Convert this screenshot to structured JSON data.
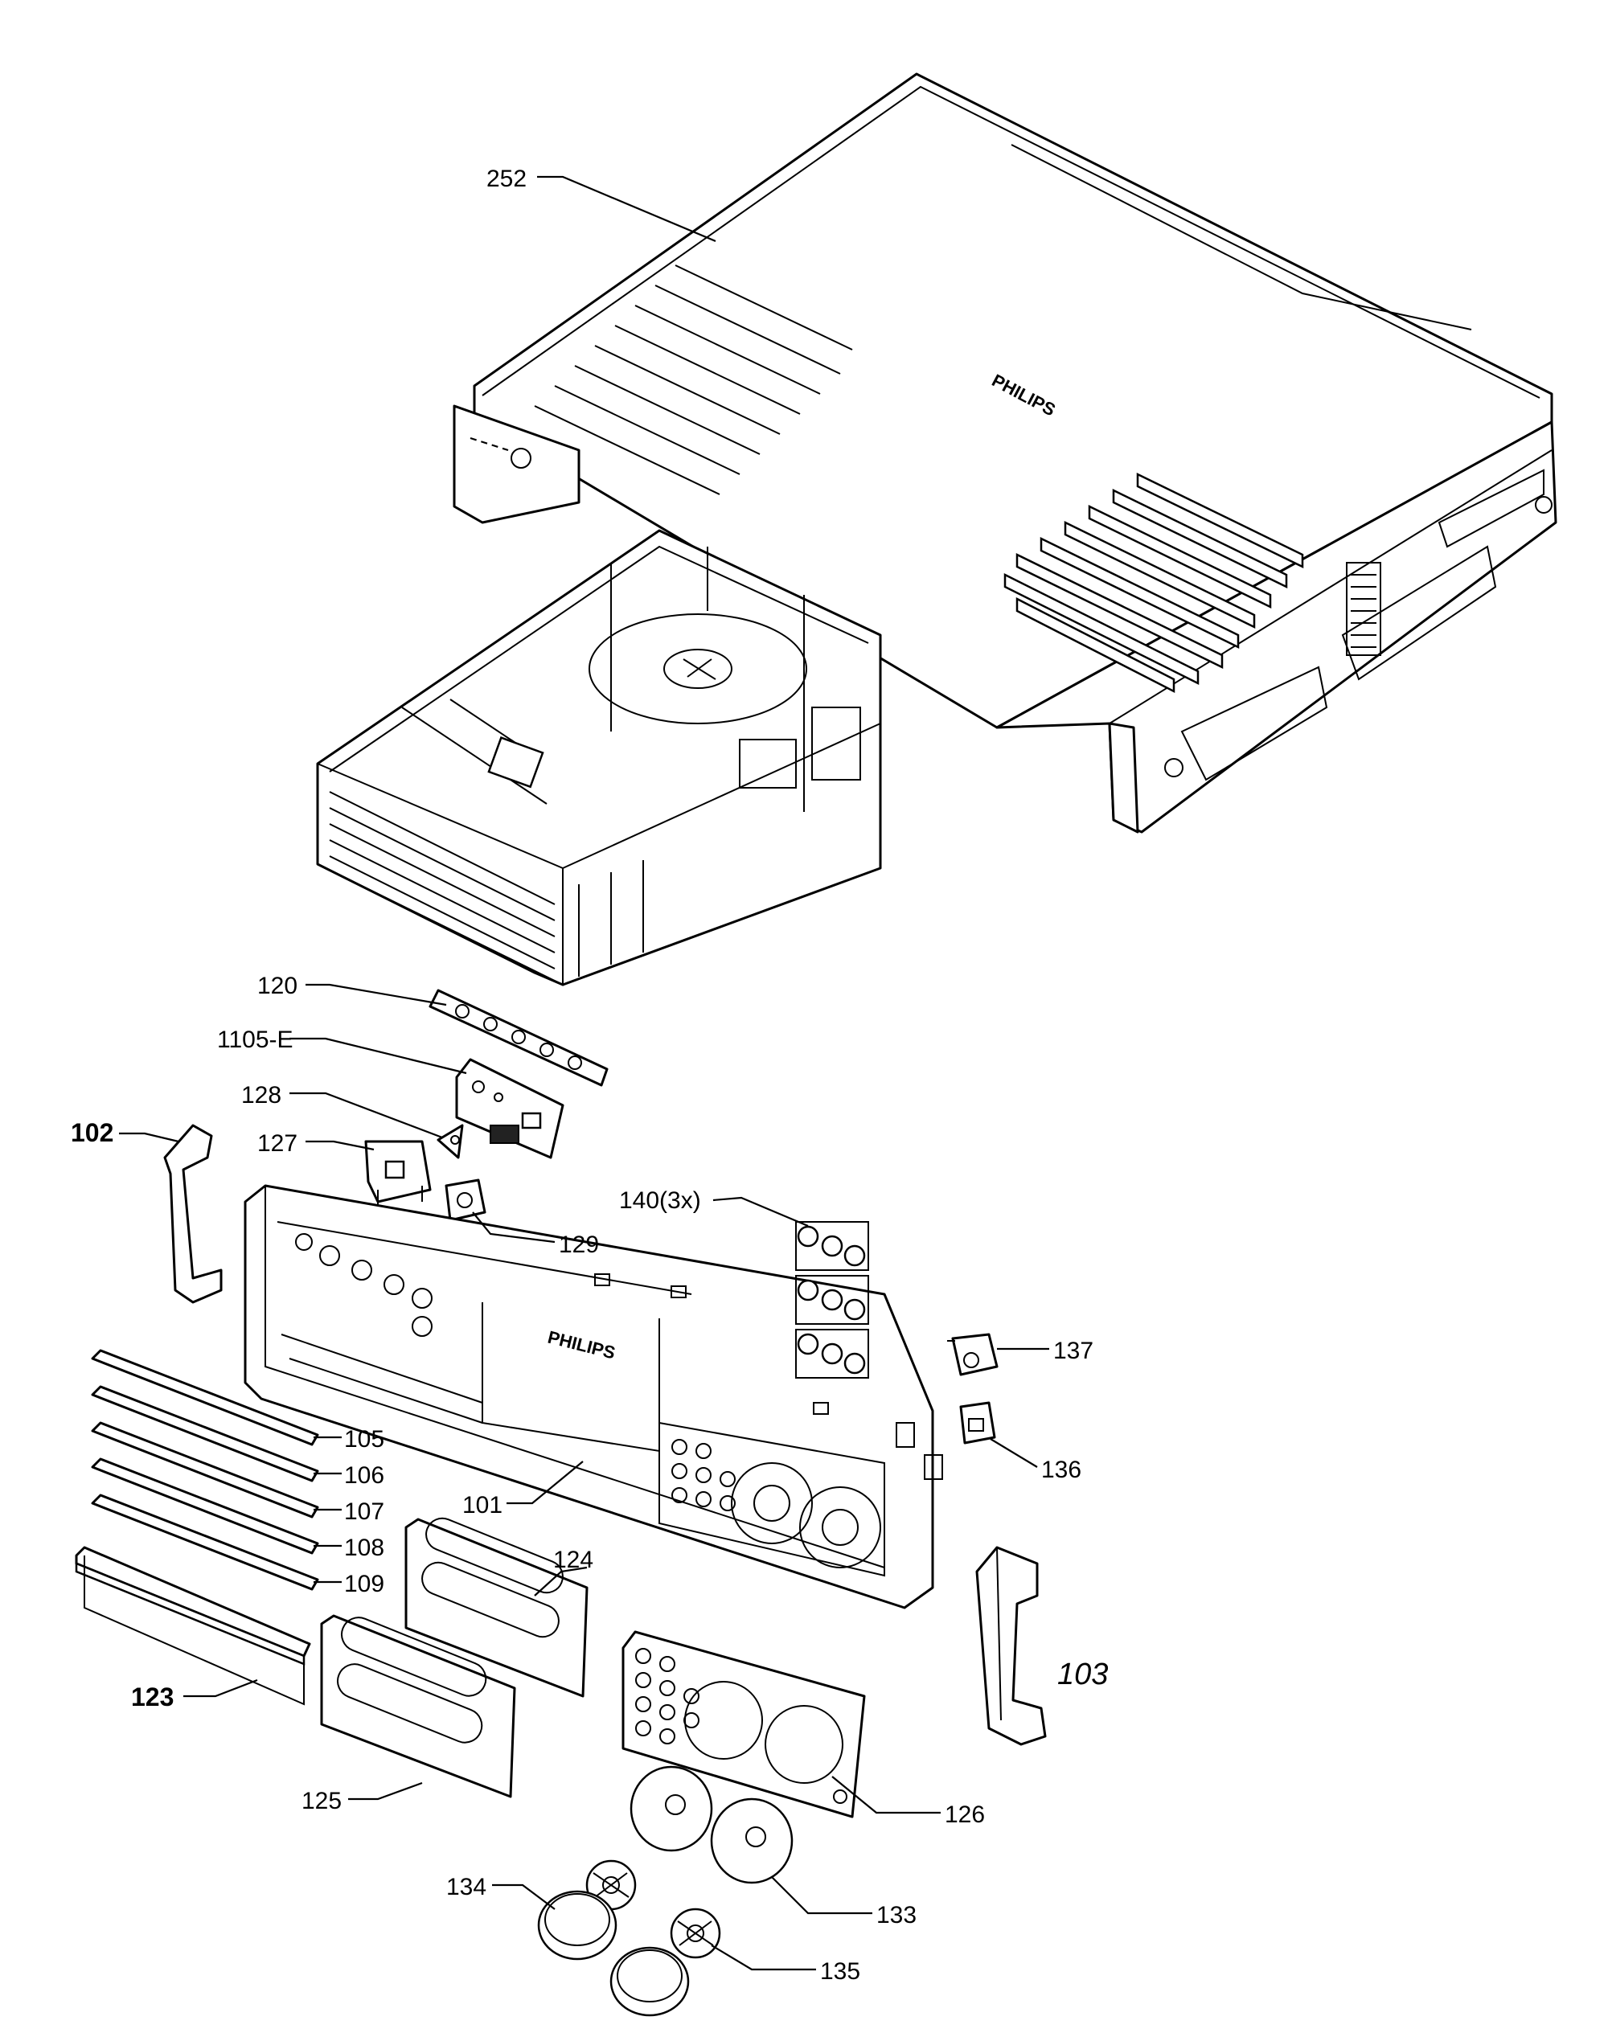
{
  "brand": "PHILIPS",
  "callouts": [
    {
      "id": "c252",
      "label": "252",
      "style": "normal"
    },
    {
      "id": "c120",
      "label": "120",
      "style": "normal"
    },
    {
      "id": "c1105e",
      "label": "1105-E",
      "style": "normal"
    },
    {
      "id": "c128",
      "label": "128",
      "style": "normal"
    },
    {
      "id": "c127",
      "label": "127",
      "style": "normal"
    },
    {
      "id": "c102",
      "label": "102",
      "style": "bold"
    },
    {
      "id": "c129",
      "label": "129",
      "style": "normal"
    },
    {
      "id": "c140",
      "label": "140(3x)",
      "style": "normal"
    },
    {
      "id": "c137",
      "label": "137",
      "style": "normal"
    },
    {
      "id": "c136",
      "label": "136",
      "style": "normal"
    },
    {
      "id": "c105",
      "label": "105",
      "style": "normal"
    },
    {
      "id": "c106",
      "label": "106",
      "style": "normal"
    },
    {
      "id": "c107",
      "label": "107",
      "style": "normal"
    },
    {
      "id": "c108",
      "label": "108",
      "style": "normal"
    },
    {
      "id": "c109",
      "label": "109",
      "style": "normal"
    },
    {
      "id": "c101",
      "label": "101",
      "style": "normal"
    },
    {
      "id": "c124",
      "label": "124",
      "style": "normal"
    },
    {
      "id": "c103",
      "label": "103",
      "style": "italic"
    },
    {
      "id": "c123",
      "label": "123",
      "style": "bold"
    },
    {
      "id": "c125",
      "label": "125",
      "style": "normal"
    },
    {
      "id": "c126",
      "label": "126",
      "style": "normal"
    },
    {
      "id": "c134",
      "label": "134",
      "style": "normal"
    },
    {
      "id": "c133",
      "label": "133",
      "style": "normal"
    },
    {
      "id": "c135",
      "label": "135",
      "style": "normal"
    }
  ]
}
